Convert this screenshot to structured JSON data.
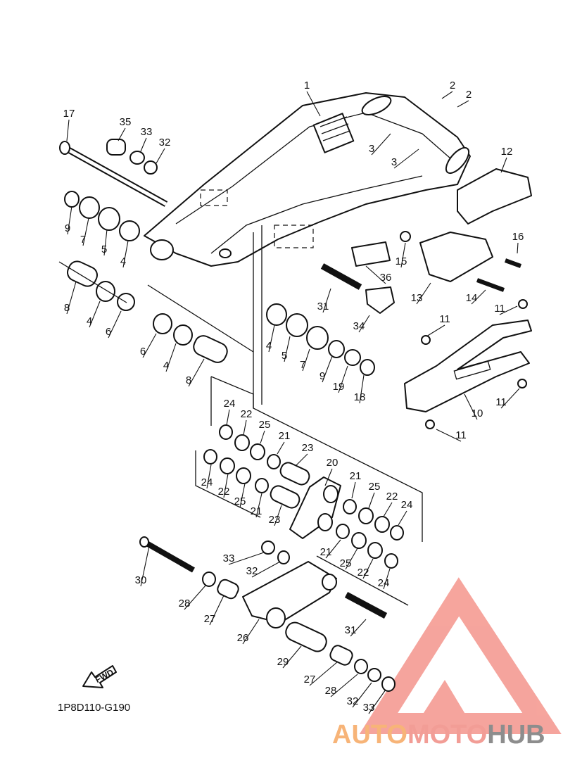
{
  "diagram_code": "1P8D110-G190",
  "fwd_label": "FWD",
  "watermark": {
    "part1": "AUTO",
    "part2": "MOTO",
    "part3": "HUB",
    "colors": {
      "auto": "#f6a861",
      "moto": "#f08c84",
      "hub": "#7a7a7a",
      "triangle": "#f4958c"
    }
  },
  "callouts": [
    {
      "label": "1"
    },
    {
      "label": "2"
    },
    {
      "label": "2"
    },
    {
      "label": "3"
    },
    {
      "label": "3"
    },
    {
      "label": "12"
    },
    {
      "label": "17"
    },
    {
      "label": "35"
    },
    {
      "label": "33"
    },
    {
      "label": "32"
    },
    {
      "label": "9"
    },
    {
      "label": "7"
    },
    {
      "label": "5"
    },
    {
      "label": "4"
    },
    {
      "label": "16"
    },
    {
      "label": "15"
    },
    {
      "label": "36"
    },
    {
      "label": "13"
    },
    {
      "label": "14"
    },
    {
      "label": "11"
    },
    {
      "label": "8"
    },
    {
      "label": "4"
    },
    {
      "label": "6"
    },
    {
      "label": "31"
    },
    {
      "label": "34"
    },
    {
      "label": "11"
    },
    {
      "label": "6"
    },
    {
      "label": "4"
    },
    {
      "label": "8"
    },
    {
      "label": "4"
    },
    {
      "label": "5"
    },
    {
      "label": "7"
    },
    {
      "label": "9"
    },
    {
      "label": "19"
    },
    {
      "label": "18"
    },
    {
      "label": "10"
    },
    {
      "label": "11"
    },
    {
      "label": "11"
    },
    {
      "label": "24"
    },
    {
      "label": "22"
    },
    {
      "label": "25"
    },
    {
      "label": "21"
    },
    {
      "label": "23"
    },
    {
      "label": "20"
    },
    {
      "label": "24"
    },
    {
      "label": "22"
    },
    {
      "label": "25"
    },
    {
      "label": "21"
    },
    {
      "label": "23"
    },
    {
      "label": "21"
    },
    {
      "label": "25"
    },
    {
      "label": "22"
    },
    {
      "label": "24"
    },
    {
      "label": "21"
    },
    {
      "label": "25"
    },
    {
      "label": "22"
    },
    {
      "label": "24"
    },
    {
      "label": "30"
    },
    {
      "label": "33"
    },
    {
      "label": "32"
    },
    {
      "label": "28"
    },
    {
      "label": "27"
    },
    {
      "label": "26"
    },
    {
      "label": "31"
    },
    {
      "label": "29"
    },
    {
      "label": "27"
    },
    {
      "label": "28"
    },
    {
      "label": "32"
    },
    {
      "label": "33"
    }
  ]
}
